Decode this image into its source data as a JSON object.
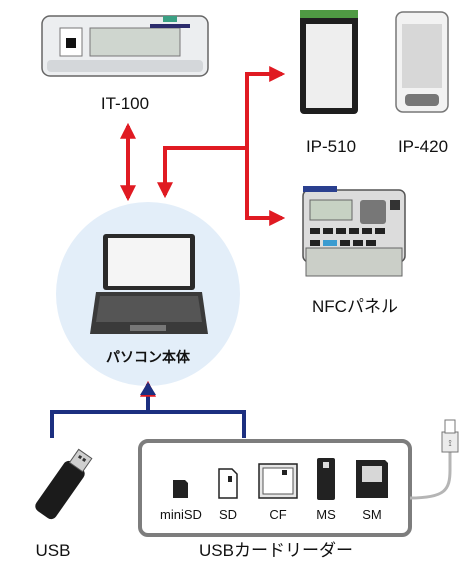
{
  "devices": {
    "it100": {
      "label": "IT-100"
    },
    "ip510": {
      "label": "IP-510"
    },
    "ip420": {
      "label": "IP-420"
    },
    "nfc": {
      "label": "NFCパネル"
    },
    "pc": {
      "label": "パソコン本体"
    },
    "usb": {
      "label": "USB"
    },
    "card_reader": {
      "label": "USBカードリーダー",
      "slots": [
        {
          "label": "miniSD"
        },
        {
          "label": "SD"
        },
        {
          "label": "CF"
        },
        {
          "label": "MS"
        },
        {
          "label": "SM"
        }
      ]
    }
  },
  "colors": {
    "red_connector": "#e01a22",
    "blue_connector": "#1c2f80",
    "pc_circle": "#e3eef9",
    "reader_border": "#7d7d7d"
  }
}
